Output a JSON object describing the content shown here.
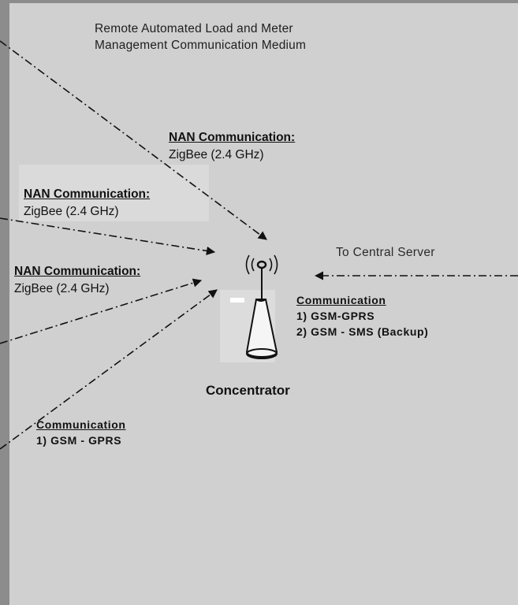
{
  "title_line1": "Remote Automated Load  and Meter",
  "title_line2": "Management Communication Medium",
  "nan_top": {
    "heading": "NAN Communication:",
    "value": "ZigBee (2.4 GHz)"
  },
  "nan_middle": {
    "heading": "NAN Communication:",
    "value": "ZigBee (2.4 GHz)"
  },
  "nan_lower": {
    "heading": "NAN Communication:",
    "value": "ZigBee (2.4 GHz)"
  },
  "central_server": "To Central Server",
  "concentrator_comm": {
    "heading": "Communication",
    "line1": "1) GSM-GPRS",
    "line2": "2) GSM -  SMS (Backup)"
  },
  "concentrator_label": "Concentrator",
  "meter_comm": {
    "heading": "Communication",
    "line1": "1) GSM - GPRS"
  },
  "colors": {
    "background": "#d0d0d0",
    "border": "#8c8c8c",
    "line": "#111111"
  },
  "icons": [
    "antenna-tower-icon",
    "signal-waves-icon"
  ]
}
